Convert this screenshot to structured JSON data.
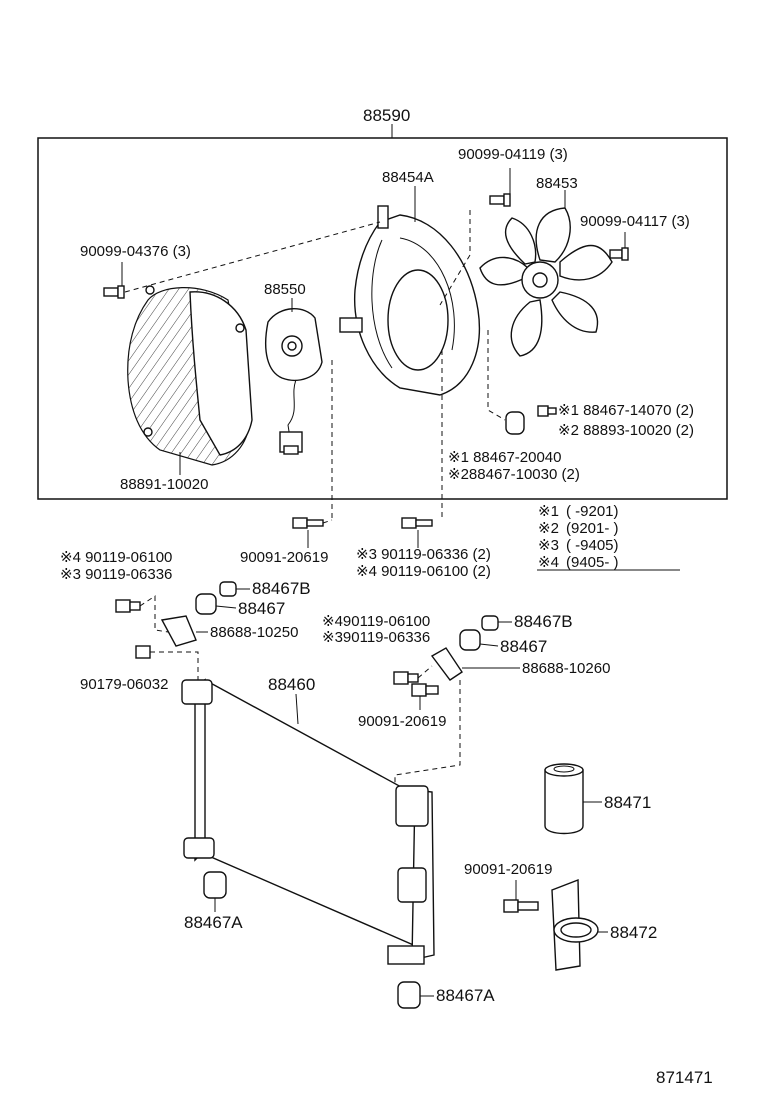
{
  "labels": {
    "assembly": "88590",
    "shroud_a": "88454A",
    "fan": "88453",
    "screw_04119": "90099-04119 (3)",
    "screw_04117": "90099-04117 (3)",
    "screw_04376": "90099-04376 (3)",
    "motor": "88550",
    "shroud_b": "88891-10020",
    "note1_r": "※1 88467-14070 (2)",
    "note2_r": "※2 88893-10020 (2)",
    "note1_m": "※1 88467-20040",
    "note2_m": "※288467-10030 (2)",
    "bolt_left": "90091-20619",
    "note3_mid": "※3 90119-06336 (2)",
    "note4_mid": "※4 90119-06100 (2)",
    "note4_left": "※4 90119-06100",
    "note3_left": "※3 90119-06336",
    "cushion_b_left": "88467B",
    "cushion_left": "88467",
    "bracket_left": "88688-10250",
    "nut_left": "90179-06032",
    "note4_right": "※490119-06100",
    "note3_right": "※390119-06336",
    "cushion_b_right": "88467B",
    "cushion_right": "88467",
    "bracket_right": "88688-10260",
    "condenser": "88460",
    "bolt_mid": "90091-20619",
    "drier": "88471",
    "bolt_drier": "90091-20619",
    "drier_bracket": "88472",
    "mount_a_left": "88467A",
    "mount_a_right": "88467A",
    "diagram_number": "871471"
  },
  "legend": [
    {
      "mark": "※1",
      "range": "(       -9201)"
    },
    {
      "mark": "※2",
      "range": "(9201-       )"
    },
    {
      "mark": "※3",
      "range": "(       -9405)"
    },
    {
      "mark": "※4",
      "range": "(9405-       )"
    }
  ]
}
